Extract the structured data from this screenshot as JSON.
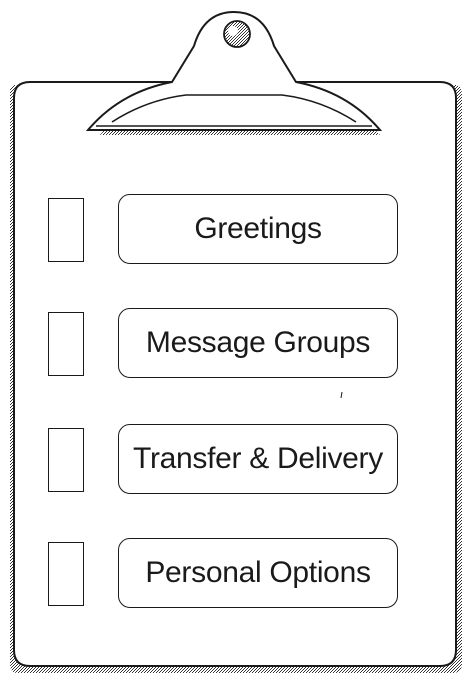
{
  "menu": {
    "items": [
      {
        "label": "Greetings"
      },
      {
        "label": "Message Groups"
      },
      {
        "label": "Transfer & Delivery"
      },
      {
        "label": "Personal Options"
      }
    ]
  },
  "colors": {
    "ink": "#1a1a1a",
    "background": "#ffffff",
    "shadow": "#555555"
  }
}
